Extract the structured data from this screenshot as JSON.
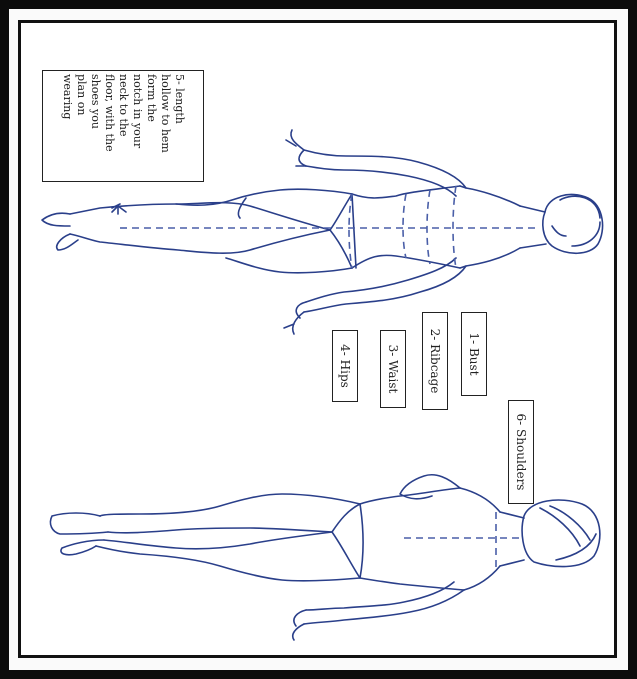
{
  "labels": {
    "bust": "1- Bust",
    "ribcage": "2- Ribcage",
    "waist": "3- Waist",
    "hips": "4- Hips",
    "length": "5- length\nhollow to hem\nform the\nnotch in your\nneck to the\nfloor, with the\nshoes you\nplan on\nwearing",
    "shoulders": "6- Shoulders"
  },
  "colors": {
    "ink": "#2a3f8a",
    "dash": "#4a5fa8",
    "frame": "#0c0c0c"
  }
}
